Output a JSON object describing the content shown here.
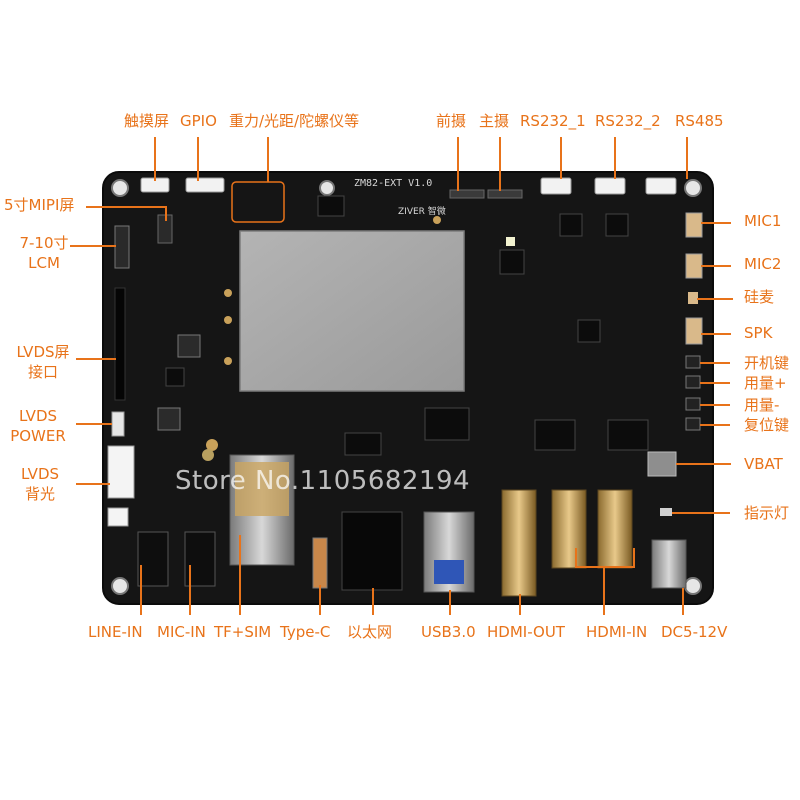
{
  "board": {
    "silkscreen_model": "ZM82-EXT V1.0",
    "silkscreen_brand": "ZIVER",
    "silkscreen_brand_cn": "智微",
    "watermark": "Store No.1105682194"
  },
  "labels": {
    "touch": "触摸屏",
    "gpio": "GPIO",
    "sensors": "重力/光距/陀螺仪等",
    "front_cam": "前摄",
    "main_cam": "主摄",
    "rs232_1": "RS232_1",
    "rs232_2": "RS232_2",
    "rs485": "RS485",
    "mipi": "5寸MIPI屏",
    "lcm_line1": "7-10寸",
    "lcm_line2": "LCM",
    "lvds_line1": "LVDS屏",
    "lvds_line2": "接口",
    "lvdspow_line1": "LVDS",
    "lvdspow_line2": "POWER",
    "lvdsbl_line1": "LVDS",
    "lvdsbl_line2": "背光",
    "mic1": "MIC1",
    "mic2": "MIC2",
    "simic": "硅麦",
    "spk": "SPK",
    "power_key": "开机键",
    "vol_up": "用量+",
    "vol_down": "用量-",
    "reset_key": "复位键",
    "vbat": "VBAT",
    "indicator": "指示灯",
    "line_in": "LINE-IN",
    "mic_in": "MIC-IN",
    "tf_sim": "TF+SIM",
    "typec": "Type-C",
    "ethernet": "以太网",
    "usb3": "USB3.0",
    "hdmi_out": "HDMI-OUT",
    "hdmi_in": "HDMI-IN",
    "dc_in": "DC5-12V"
  },
  "colors": {
    "label": "#e8731a",
    "pcb": "#151515",
    "pcb_edge": "#0b0b0b",
    "lcd": "#a9a9a9",
    "gold": "#c9a15a",
    "silk": "#d8d8d8"
  }
}
